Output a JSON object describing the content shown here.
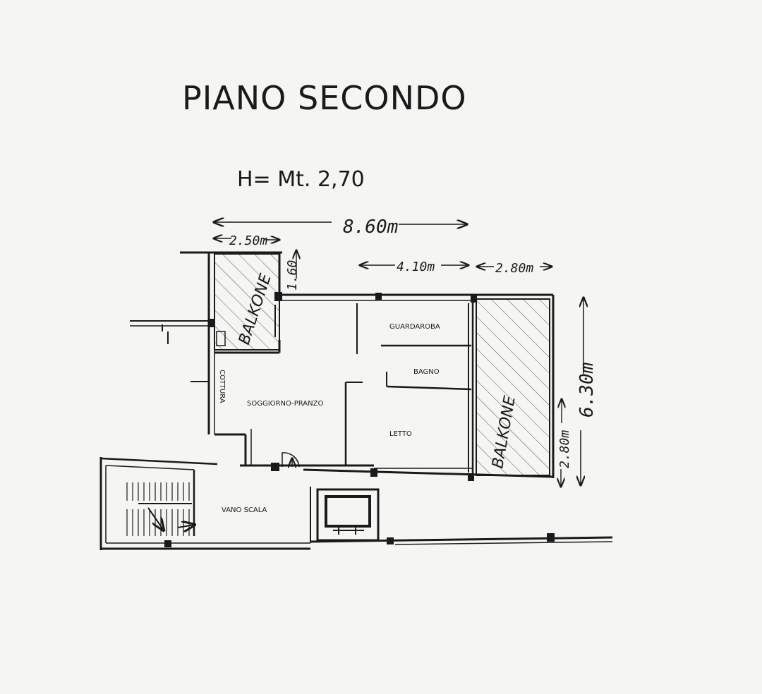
{
  "title": "PIANO SECONDO",
  "height_label": "H= Mt. 2,70",
  "dimensions": {
    "total_width": "8.60m",
    "balcony_left_width": "2.50m",
    "balcony_left_depth": "1.60",
    "right_span": "4.10m",
    "balcony_right_width": "2.80m",
    "total_depth": "6.30m",
    "balcony_right_depth": "2.80m"
  },
  "rooms": {
    "balcone_left": "BALKONE",
    "balcone_right": "BALKONE",
    "guardaroba": "GUARDAROBA",
    "bagno": "BAGNO",
    "cottura": "COTTURA",
    "soggiorno": "SOGGIORNO-PRANZO",
    "letto": "LETTO",
    "vano_scala": "VANO SCALA"
  }
}
